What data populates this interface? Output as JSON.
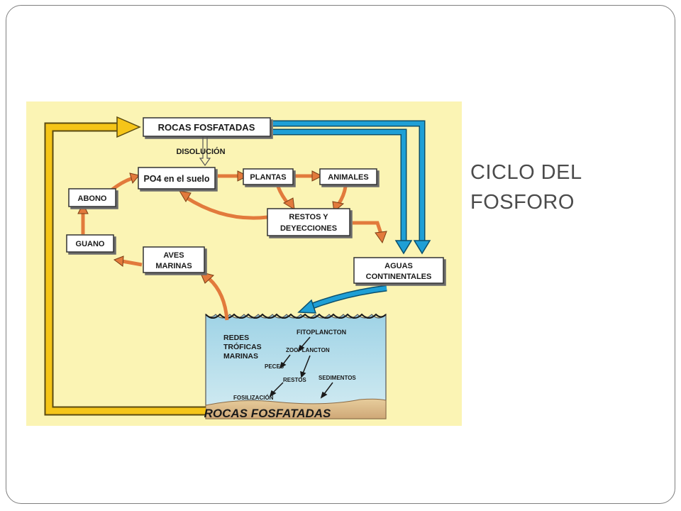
{
  "slide": {
    "title_line1": "CICLO DEL",
    "title_line2": "FOSFORO"
  },
  "diagram": {
    "rocas_top": "ROCAS FOSFATADAS",
    "disolucion": "DISOLUCIÓN",
    "po4_suelo": "PO4 en el suelo",
    "plantas": "PLANTAS",
    "animales": "ANIMALES",
    "abono": "ABONO",
    "guano": "GUANO",
    "restos_line1": "RESTOS Y",
    "restos_line2": "DEYECCIONES",
    "aves_line1": "AVES",
    "aves_line2": "MARINAS",
    "aguas_line1": "AGUAS",
    "aguas_line2": "CONTINENTALES",
    "redes_line1": "REDES",
    "redes_line2": "TRÓFICAS",
    "redes_line3": "MARINAS",
    "fitoplancton": "FITOPLANCTON",
    "zooplancton": "ZOOPLANCTON",
    "peces": "PECES",
    "restos_sea": "RESTOS",
    "sedimentos": "SEDIMENTOS",
    "fosilizacion": "FOSILIZACIÓN",
    "rocas_bottom": "ROCAS FOSFATADAS"
  },
  "colors": {
    "background": "#fbf4b4",
    "yellow_arrow": "#f5c518",
    "blue_arrow": "#1e9fd6",
    "orange_arrow": "#e27a3c",
    "sea_top": "#9fd3e6",
    "sea_bottom": "#cfeaf1",
    "sediment": "#d9b98b"
  }
}
